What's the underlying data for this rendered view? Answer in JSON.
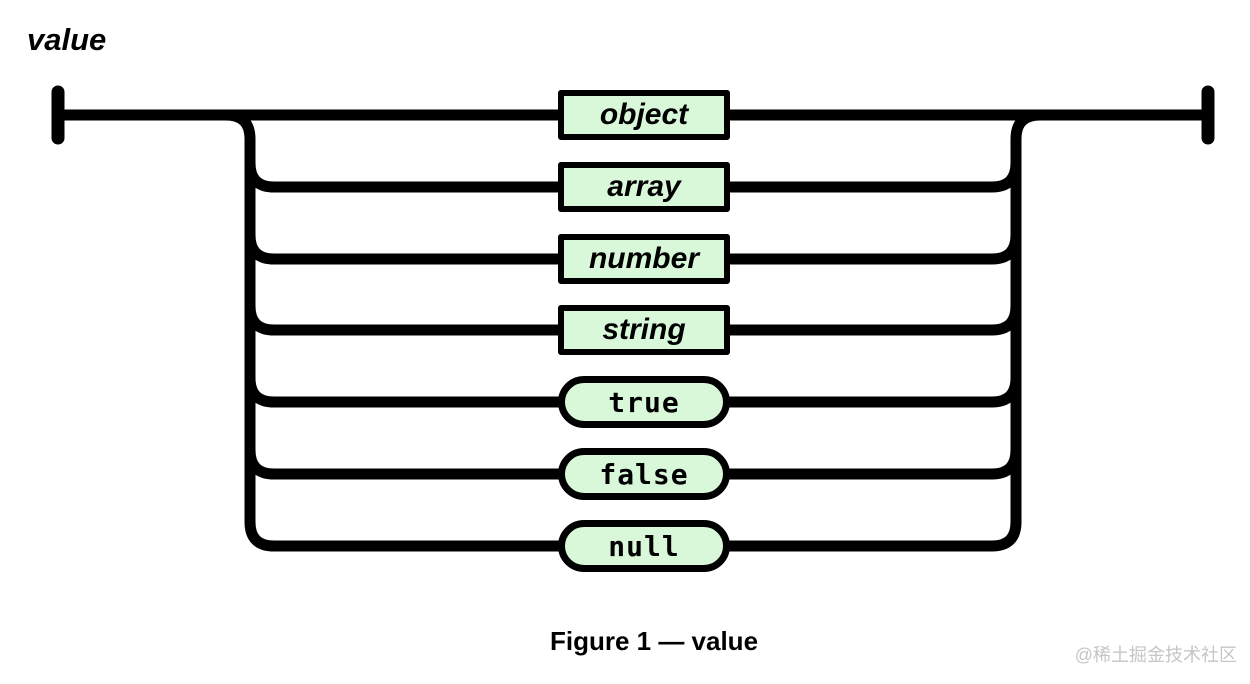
{
  "diagram": {
    "title": "value",
    "caption": "Figure 1 — value",
    "watermark": "@稀土掘金技术社区",
    "colors": {
      "node_fill": "#d9f7d9",
      "rail": "#000000",
      "node_border": "#000000",
      "watermark_text": "#c6c6c6"
    },
    "nodes": [
      {
        "label": "object",
        "kind": "nonterminal"
      },
      {
        "label": "array",
        "kind": "nonterminal"
      },
      {
        "label": "number",
        "kind": "nonterminal"
      },
      {
        "label": "string",
        "kind": "nonterminal"
      },
      {
        "label": "true",
        "kind": "terminal"
      },
      {
        "label": "false",
        "kind": "terminal"
      },
      {
        "label": "null",
        "kind": "terminal"
      }
    ]
  }
}
